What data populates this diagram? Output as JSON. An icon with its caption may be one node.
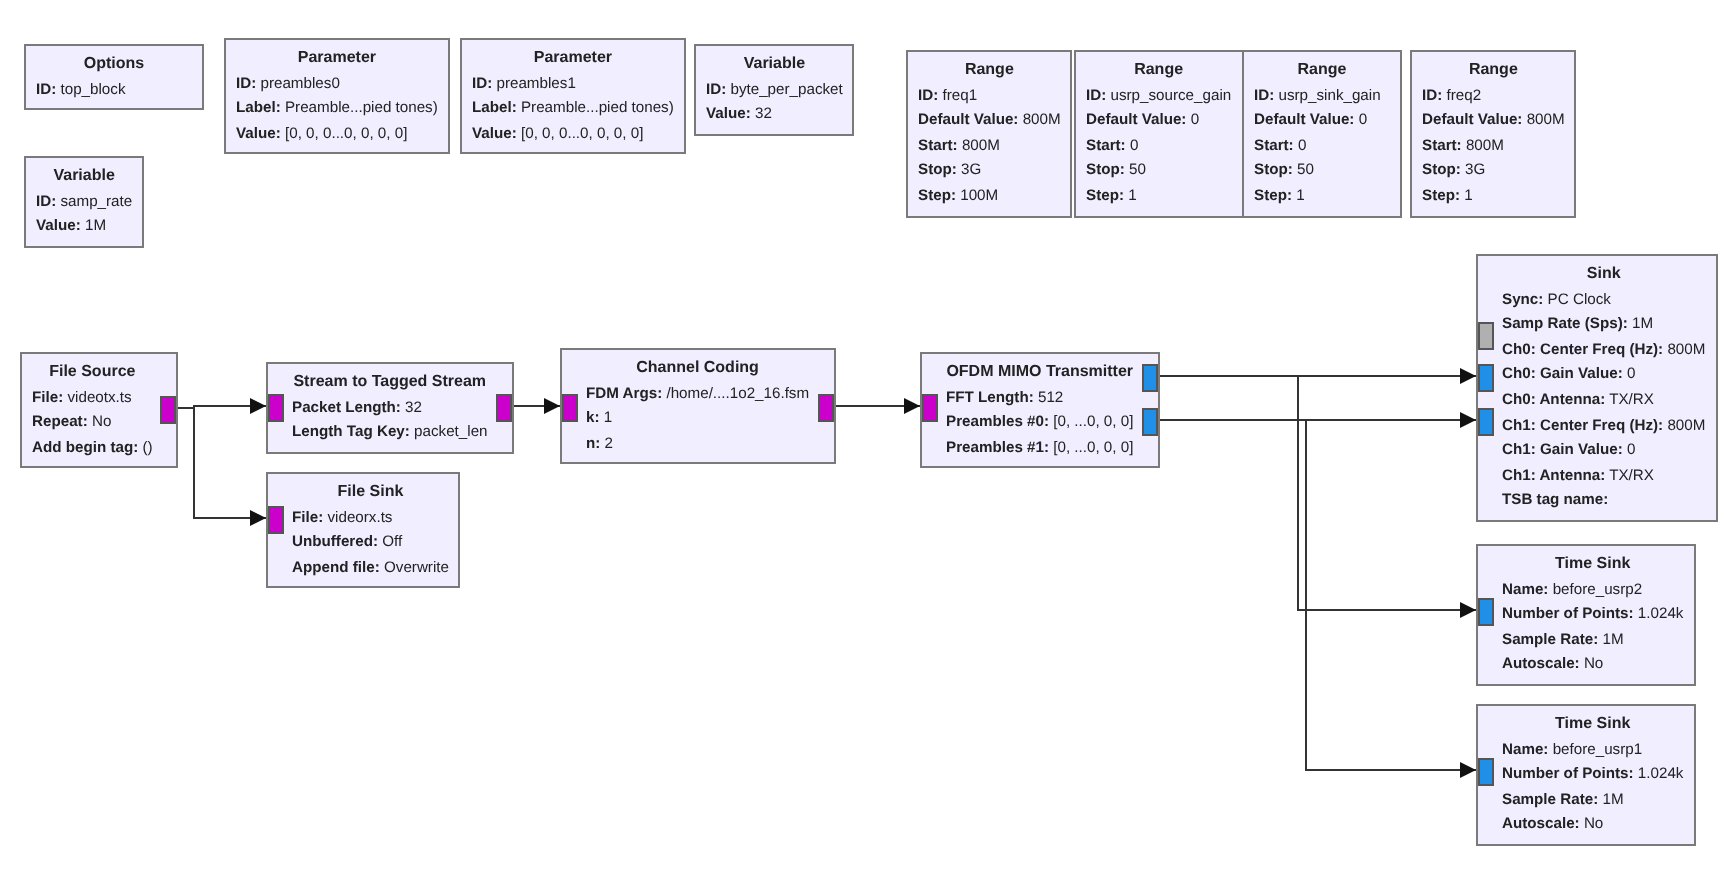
{
  "diagram": {
    "nodes": [
      {
        "text": [
          "Options",
          "**ID:** top_block"
        ]
      },
      {
        "text": [
          "Parameter",
          "**ID:** preambles0",
          "**Label:** Preamble...pied tones)",
          "**Value:** [0, 0, 0...0, 0, 0, 0]"
        ]
      },
      {
        "text": [
          "Parameter",
          "**ID:** preambles1",
          "**Label:** Preamble...pied tones)",
          "**Value:** [0, 0, 0...0, 0, 0, 0]"
        ]
      },
      {
        "text": [
          "Variable",
          "**ID:** byte_per_packet",
          "**Value:** 32"
        ]
      },
      {
        "text": [
          "Variable",
          "**ID:** samp_rate",
          "**Value:** 1M"
        ]
      },
      {
        "text": [
          "Range",
          "**ID:** freq1",
          "**Default Value:** 800M",
          "**Start:** 800M",
          "**Stop:** 3G",
          "**Step:** 100M"
        ]
      },
      {
        "text": [
          "Range",
          "**ID:** usrp_source_gain",
          "**Default Value:** 0",
          "**Start:** 0",
          "**Stop:** 50",
          "**Step:** 1"
        ]
      },
      {
        "text": [
          "Range",
          "**ID:** usrp_sink_gain",
          "**Default Value:** 0",
          "**Start:** 0",
          "**Stop:** 50",
          "**Step:** 1"
        ]
      },
      {
        "text": [
          "Range",
          "**ID:** freq2",
          "**Default Value:** 800M",
          "**Start:** 800M",
          "**Stop:** 3G",
          "**Step:** 1"
        ]
      },
      {
        "text": [
          "File Source",
          "**File:** videotx.ts",
          "**Repeat:** No",
          "**Add begin tag:** ()"
        ]
      },
      {
        "text": [
          "Stream to Tagged Stream",
          "**Packet Length:** 32",
          "**Length Tag Key:** packet_len"
        ]
      },
      {
        "text": [
          "File Sink",
          "**File:** videorx.ts",
          "**Unbuffered:** Off",
          "**Append file:** Overwrite"
        ]
      },
      {
        "text": [
          "Channel Coding",
          "**FDM Args:** /home/....1o2_16.fsm",
          "**k:** 1",
          "**n:** 2"
        ]
      },
      {
        "text": [
          "OFDM MIMO Transmitter",
          "**FFT Length:** 512",
          "**Preambles #0:** [0, ...0, 0, 0]",
          "**Preambles #1:** [0, ...0, 0, 0]"
        ]
      },
      {
        "text": [
          "Sink",
          "**Sync:** PC Clock",
          "**Samp Rate (Sps):** 1M",
          "**Ch0: Center Freq (Hz):** 800M",
          "**Ch0: Gain Value:** 0",
          "**Ch0: Antenna:** TX/RX",
          "**Ch1: Center Freq (Hz):** 800M",
          "**Ch1: Gain Value:** 0",
          "**Ch1: Antenna:** TX/RX",
          "**TSB tag name:**"
        ]
      },
      {
        "text": [
          "Time Sink",
          "**Name:** before_usrp2",
          "**Number of Points:** 1.024k",
          "**Sample Rate:** 1M",
          "**Autoscale:** No"
        ]
      },
      {
        "text": [
          "Time Sink",
          "**Name:** before_usrp1",
          "**Number of Points:** 1.024k",
          "**Sample Rate:** 1M",
          "**Autoscale:** No"
        ]
      }
    ],
    "edges": [
      {
        "from": 9,
        "to": 10,
        "arrow": "to"
      },
      {
        "from": 9,
        "to": 11,
        "arrow": "to"
      },
      {
        "from": 10,
        "to": 12,
        "arrow": "to"
      },
      {
        "from": 12,
        "to": 13,
        "arrow": "to"
      },
      {
        "from": 13,
        "to": 14,
        "arrow": "to"
      },
      {
        "from": 13,
        "to": 15,
        "arrow": "to"
      },
      {
        "from": 13,
        "to": 16,
        "arrow": "to"
      },
      {
        "from": 13,
        "to": 14,
        "arrow": "to"
      }
    ]
  }
}
